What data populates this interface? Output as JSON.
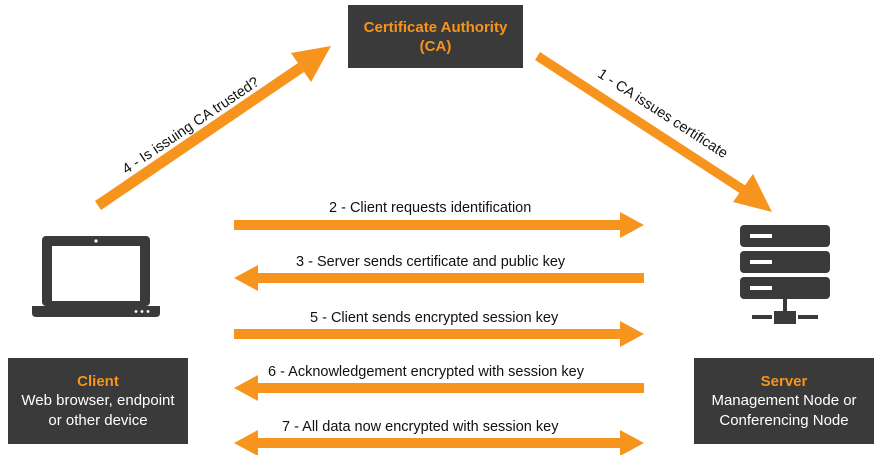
{
  "ca": {
    "title": "Certificate Authority",
    "subtitle": "(CA)"
  },
  "client": {
    "title": "Client",
    "line1": "Web browser, endpoint",
    "line2": "or other device"
  },
  "server": {
    "title": "Server",
    "line1": "Management Node or",
    "line2": "Conferencing Node"
  },
  "steps": {
    "s1": "1 - CA issues certificate",
    "s2": "2 - Client requests identification",
    "s3": "3 - Server sends certificate and public key",
    "s4": "4 - Is issuing CA trusted?",
    "s5": "5 - Client sends encrypted session key",
    "s6": "6 - Acknowledgement encrypted with session key",
    "s7": "7 - All data now encrypted with session key"
  },
  "colors": {
    "accent": "#f7941d",
    "box": "#3a3a3a",
    "icon": "#3a3a3a"
  },
  "icons": {
    "client": "laptop-icon",
    "server": "server-rack-icon"
  }
}
